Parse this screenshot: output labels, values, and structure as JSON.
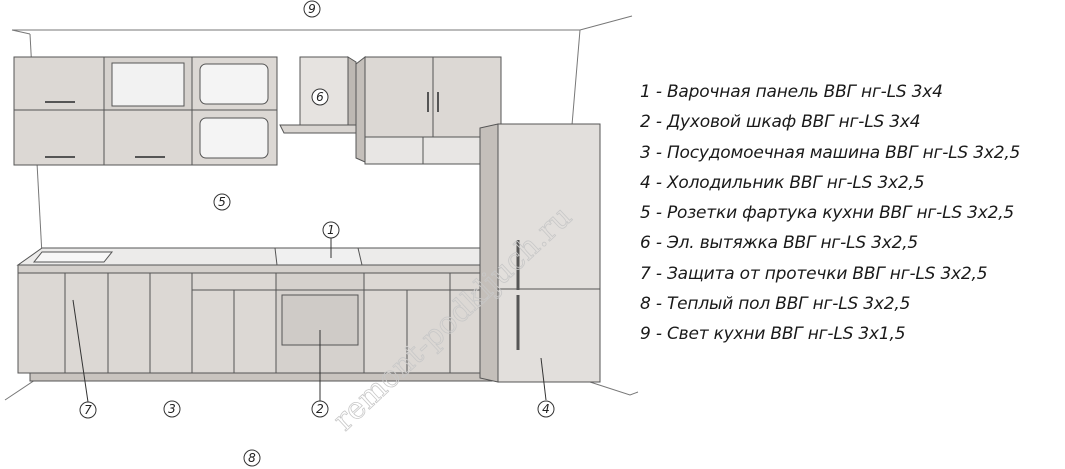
{
  "callouts": [
    {
      "id": "callout-1",
      "label": "1"
    },
    {
      "id": "callout-2",
      "label": "2"
    },
    {
      "id": "callout-3",
      "label": "3"
    },
    {
      "id": "callout-4",
      "label": "4"
    },
    {
      "id": "callout-5",
      "label": "5"
    },
    {
      "id": "callout-6",
      "label": "6"
    },
    {
      "id": "callout-7",
      "label": "7"
    },
    {
      "id": "callout-8",
      "label": "8"
    },
    {
      "id": "callout-9",
      "label": "9"
    }
  ],
  "legend": [
    "1 - Варочная панель ВВГ нг-LS 3х4",
    "2 - Духовой шкаф ВВГ нг-LS 3х4",
    "3 - Посудомоечная машина ВВГ нг-LS 3х2,5",
    "4 - Холодильник ВВГ нг-LS 3х2,5",
    "5 - Розетки фартука кухни ВВГ нг-LS 3х2,5",
    "6 - Эл. вытяжка ВВГ нг-LS 3х2,5",
    "7 - Защита от протечки ВВГ нг-LS 3х2,5",
    "8 - Теплый пол ВВГ нг-LS 3х2,5",
    "9 - Свет кухни ВВГ нг-LS 3х1,5"
  ],
  "watermark": "remont-podkljuch.ru",
  "colors": {
    "cabinet": "#dcd8d4",
    "cabinet_dark": "#c9c4bf",
    "line": "#555555",
    "counter": "#ecebea"
  }
}
